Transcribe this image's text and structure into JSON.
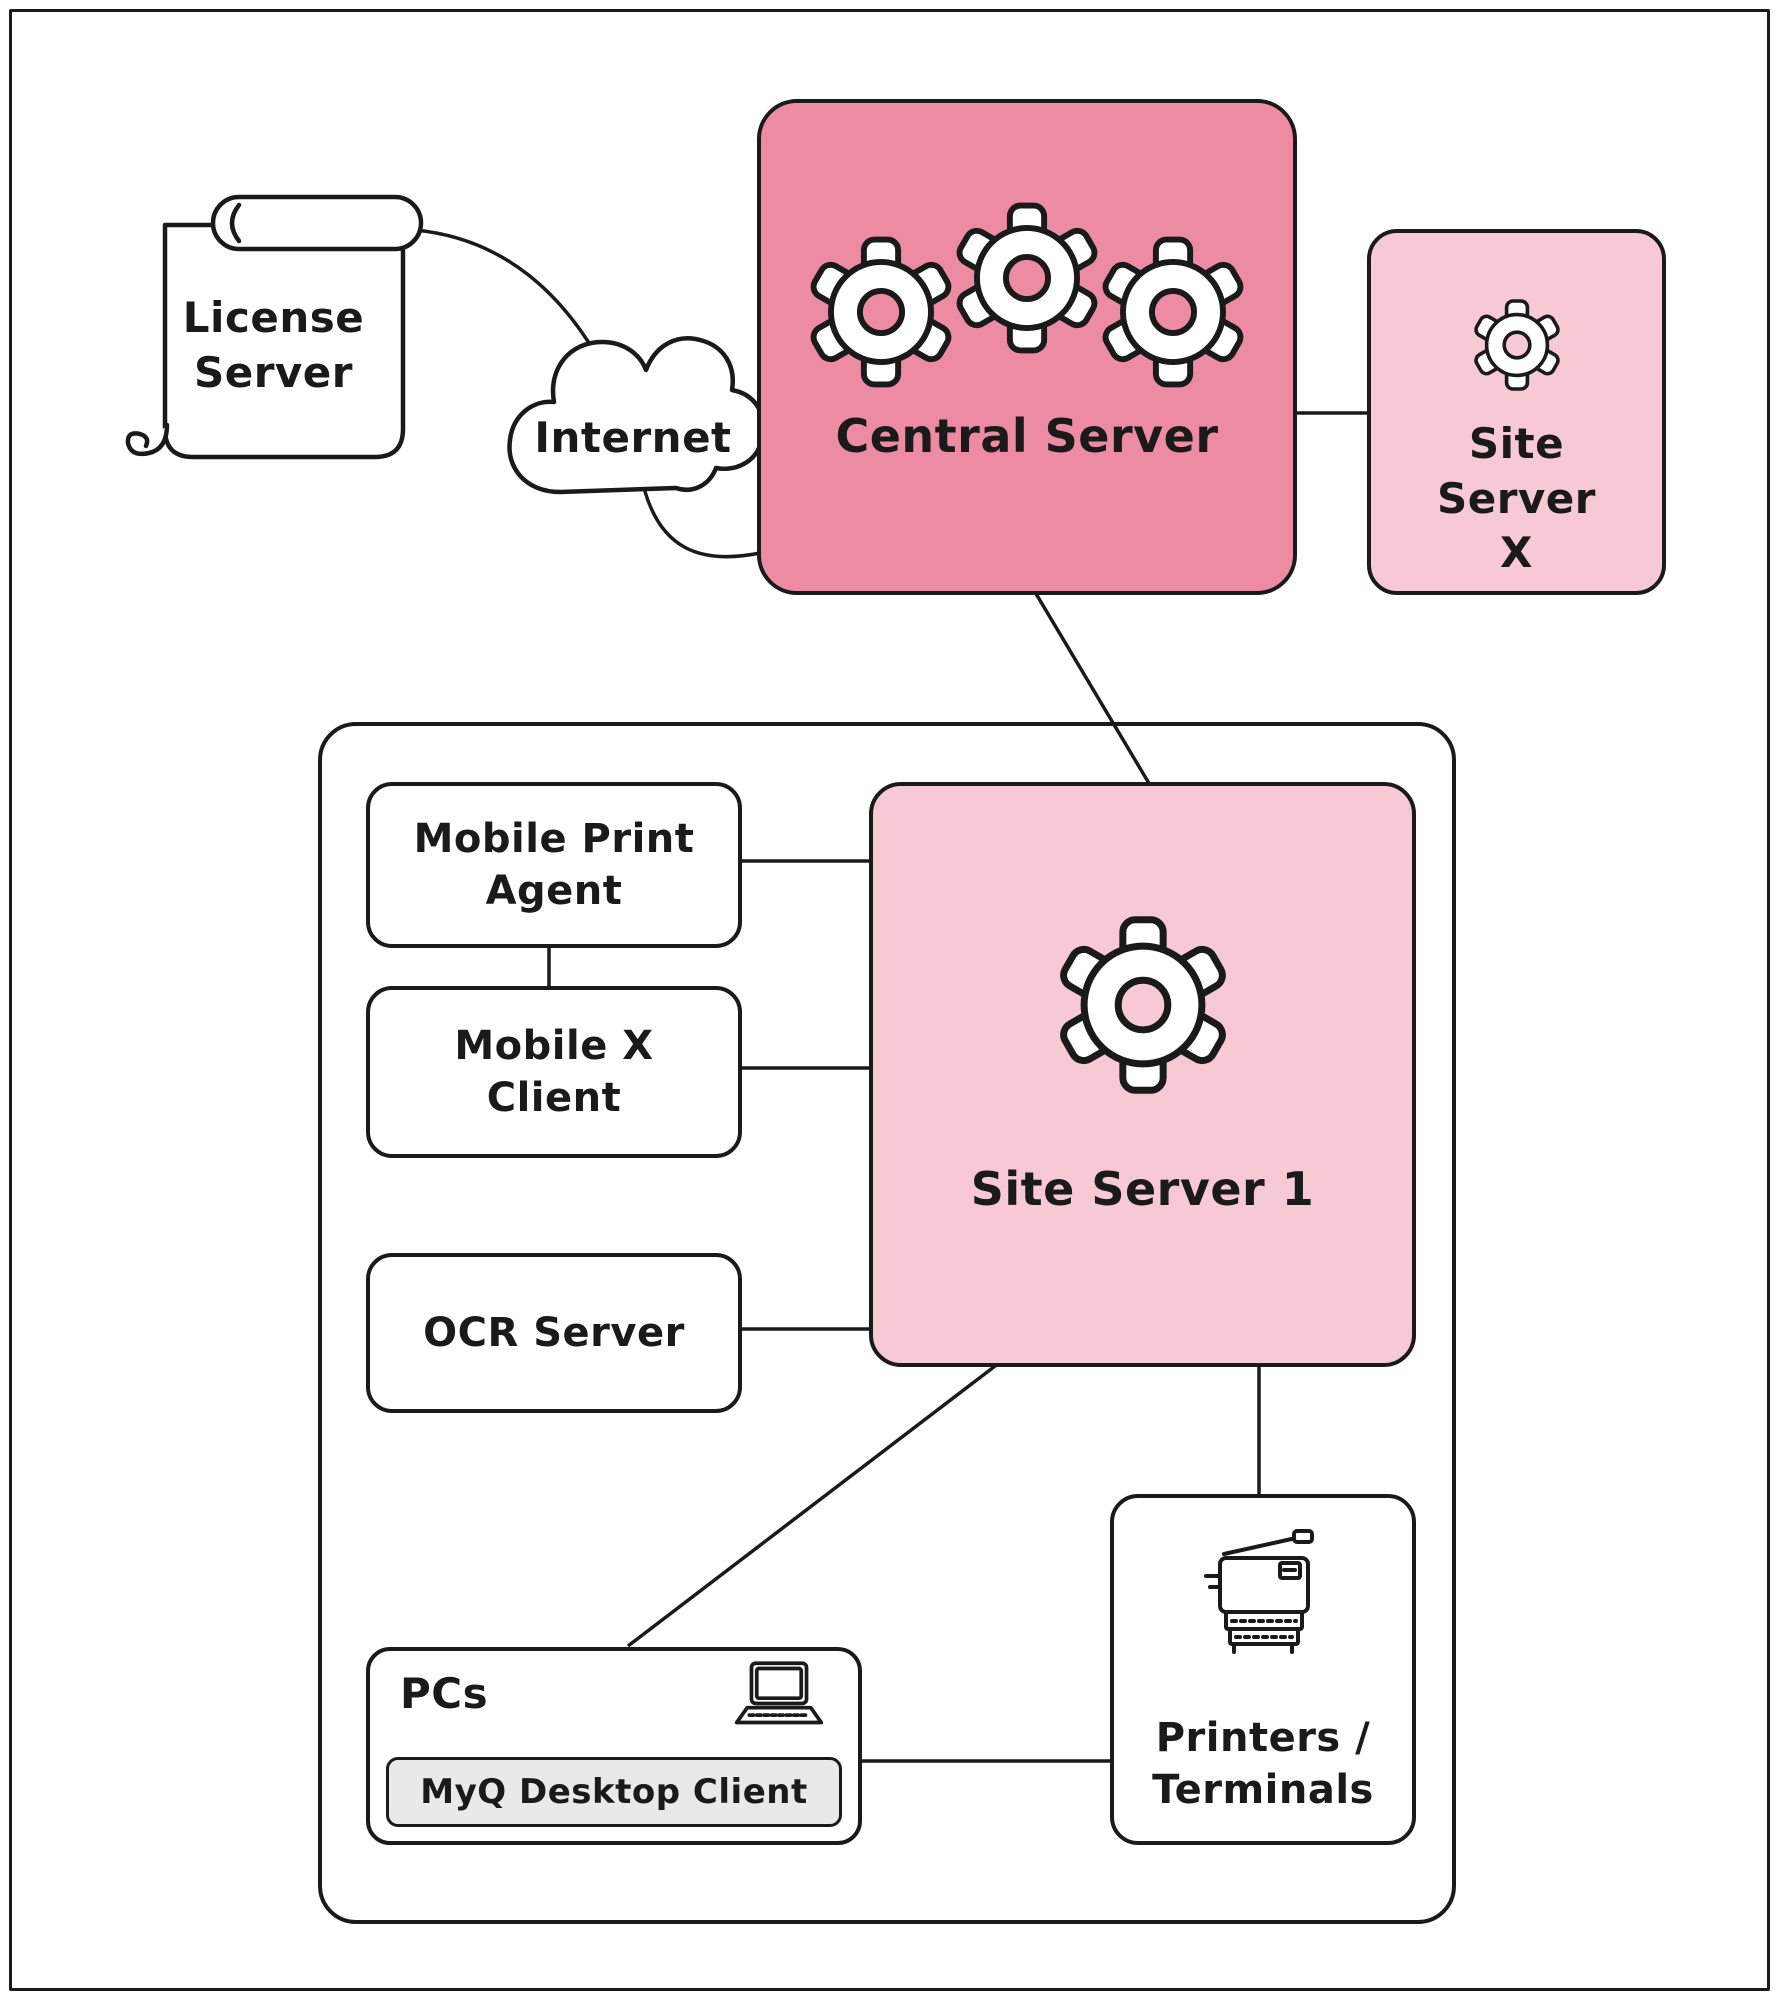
{
  "colors": {
    "line": "#1a1a1a",
    "central": "#ec8ba2",
    "site": "#f6c9d4",
    "client_bg": "#e9e9e9"
  },
  "nodes": {
    "license_server": {
      "label": "License Server"
    },
    "internet": {
      "label": "Internet"
    },
    "central_server": {
      "label": "Central Server"
    },
    "site_server_x": {
      "label": "Site Server X"
    },
    "site_server_1": {
      "label": "Site Server 1"
    },
    "mobile_print_agent": {
      "label": "Mobile Print Agent"
    },
    "mobile_x_client": {
      "label": "Mobile X Client"
    },
    "ocr_server": {
      "label": "OCR Server"
    },
    "pcs": {
      "label": "PCs",
      "client_label": "MyQ Desktop Client"
    },
    "printers": {
      "label": "Printers / Terminals"
    }
  }
}
